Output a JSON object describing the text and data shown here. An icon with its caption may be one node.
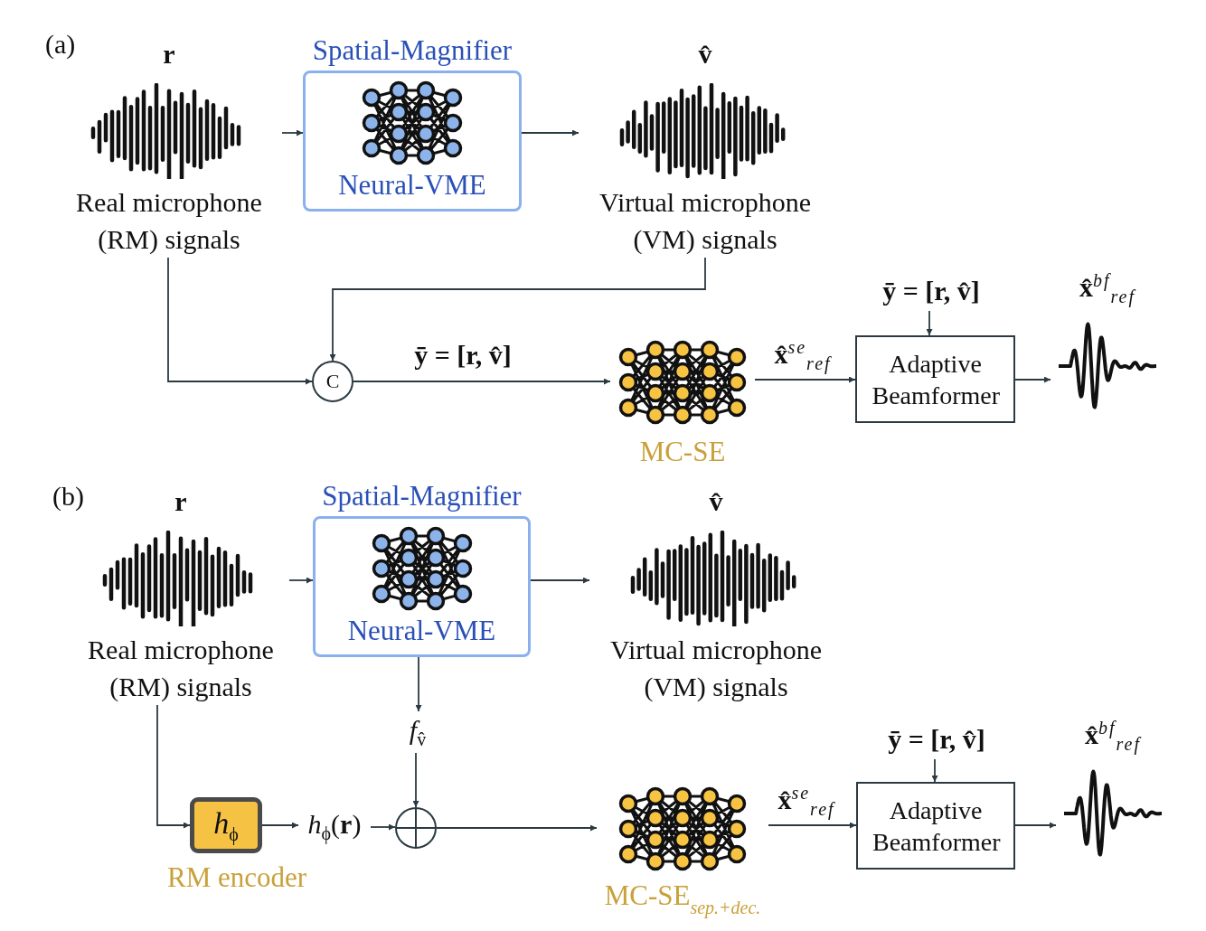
{
  "diagram": {
    "nodes": [
      {
        "text": [
          "r",
          "Real microphone (RM) signals"
        ]
      },
      {
        "text": [
          "Spatial-Magnifier",
          "Neural-VME"
        ]
      },
      {
        "text": [
          "v̂",
          "Virtual microphone (VM) signals"
        ]
      },
      {
        "text": [
          "C"
        ]
      },
      {
        "text": [
          "MC-SE"
        ]
      },
      {
        "text": [
          "Adaptive Beamformer"
        ]
      },
      {
        "text": [
          "x̂$^{bf}$$_{ref}$"
        ]
      },
      {
        "text": [
          "ȳ = [r, v̂]"
        ]
      },
      {
        "text": [
          "r",
          "Real microphone (RM) signals"
        ]
      },
      {
        "text": [
          "Spatial-Magnifier",
          "Neural-VME"
        ]
      },
      {
        "text": [
          "v̂",
          "Virtual microphone (VM) signals"
        ]
      },
      {
        "text": [
          "*f*$_{v̂}$"
        ]
      },
      {
        "text": [
          "*h*$_{ϕ}$"
        ],
        "beside": [
          "RM encoder"
        ]
      },
      {
        "text": [
          "*h*$_{ϕ}$(**r**)"
        ]
      },
      {
        "text": [],
        "shape": "circle"
      },
      {
        "text": [
          "MC-SE$_{sep.+dec.}$"
        ]
      },
      {
        "text": [
          "ȳ = [r, v̂]"
        ]
      },
      {
        "text": [
          "Adaptive Beamformer"
        ]
      },
      {
        "text": [
          "x̂$^{bf}$$_{ref}$"
        ]
      }
    ],
    "edges": [
      {
        "from": 0,
        "to": 1,
        "arrow": "to"
      },
      {
        "from": 1,
        "to": 2,
        "arrow": "to"
      },
      {
        "from": 0,
        "to": 3,
        "arrow": "to"
      },
      {
        "from": 2,
        "to": 3,
        "arrow": "to"
      },
      {
        "from": 3,
        "to": 4,
        "arrow": "to",
        "label": "ȳ = [r, v̂]"
      },
      {
        "from": 4,
        "to": 5,
        "arrow": "to",
        "label": "x̂$^{se}$$_{ref}$"
      },
      {
        "from": 7,
        "to": 5,
        "arrow": "to"
      },
      {
        "from": 5,
        "to": 6,
        "arrow": "to"
      },
      {
        "from": 8,
        "to": 9,
        "arrow": "to"
      },
      {
        "from": 9,
        "to": 10,
        "arrow": "to"
      },
      {
        "from": 9,
        "to": 11,
        "arrow": "to"
      },
      {
        "from": 11,
        "to": 14,
        "arrow": "to"
      },
      {
        "from": 8,
        "to": 12,
        "arrow": "to"
      },
      {
        "from": 12,
        "to": 13,
        "arrow": "to"
      },
      {
        "from": 13,
        "to": 14,
        "arrow": "to"
      },
      {
        "from": 14,
        "to": 15,
        "arrow": "to"
      },
      {
        "from": 15,
        "to": 17,
        "arrow": "to",
        "label": "x̂$^{se}$$_{ref}$"
      },
      {
        "from": 16,
        "to": 17,
        "arrow": "to"
      },
      {
        "from": 17,
        "to": 18,
        "arrow": "to"
      }
    ],
    "labels": [
      "(a)",
      "(b)"
    ]
  }
}
